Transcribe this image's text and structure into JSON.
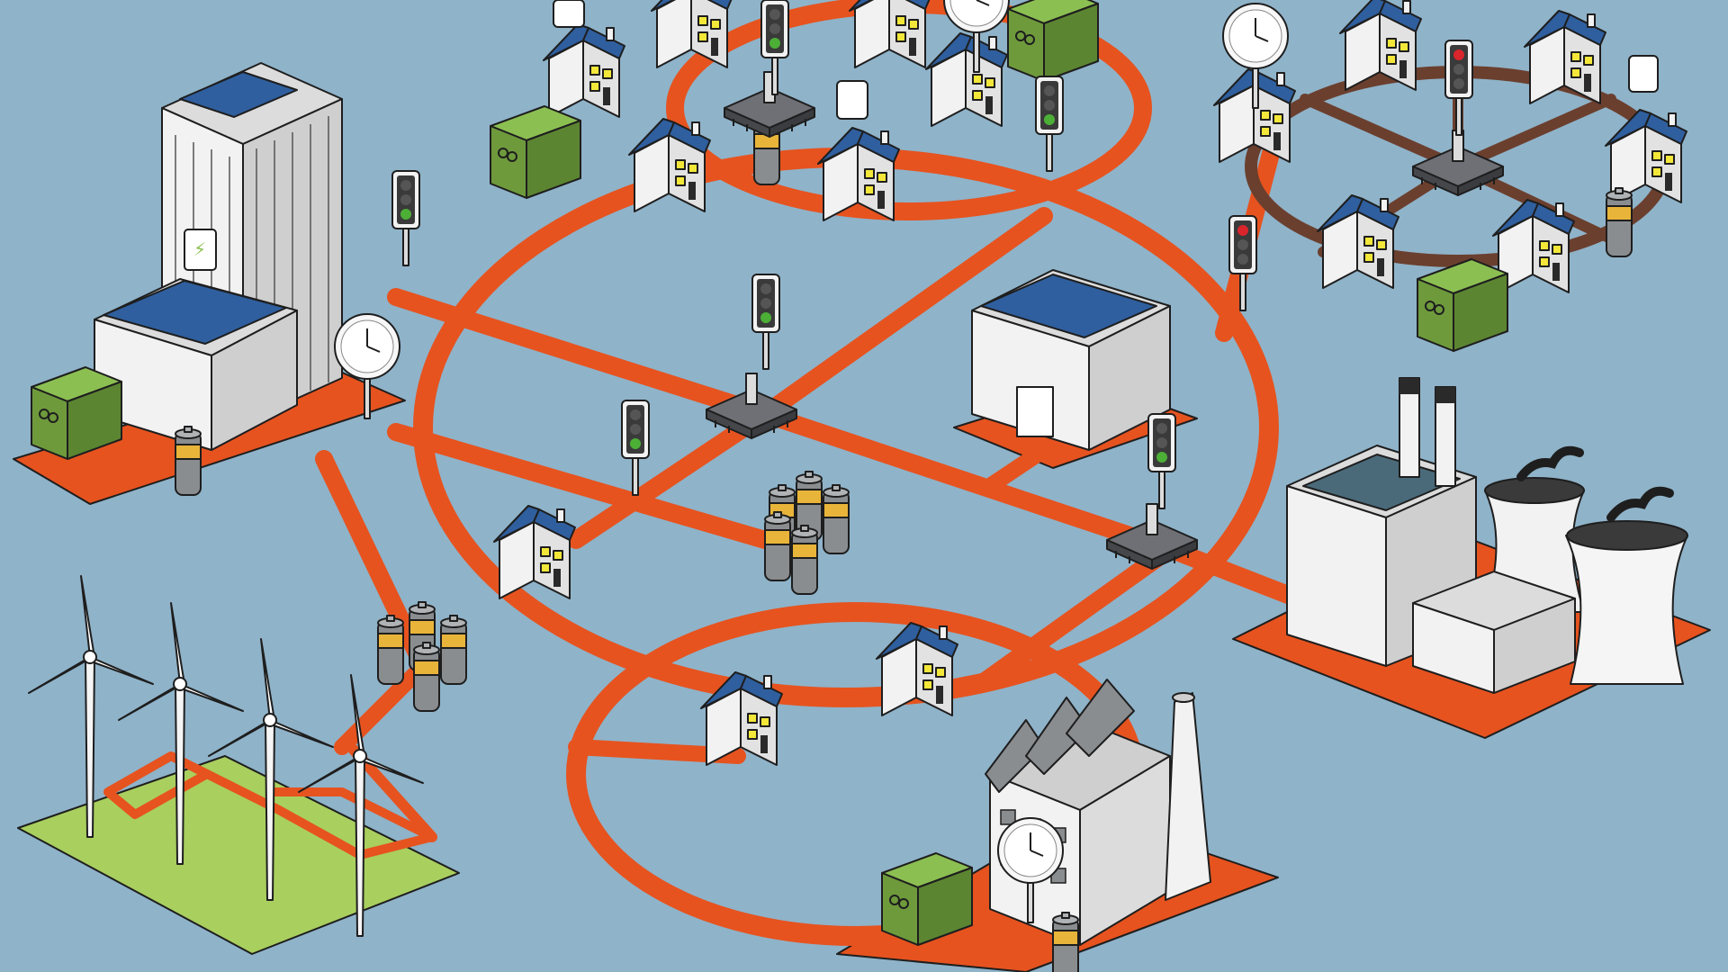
{
  "scene": {
    "colors": {
      "background": "#8fb3c9",
      "cable": "#e6531f",
      "cable_local": "#6b3f2e",
      "building": "#f2f2f2",
      "solar": "#2f5f9e",
      "window": "#f3e73a",
      "transformer": "#6e9a3c",
      "battery_band": "#e9b43a",
      "battery_body": "#8a8d90",
      "hub": "#5b5d61",
      "grass": "#a9cf5f",
      "light_green": "#4caf36",
      "light_red": "#d9252b"
    },
    "icons": [
      "solar-house-icon",
      "office-tower-icon",
      "factory-icon",
      "power-plant-icon",
      "wind-turbine-icon",
      "battery-icon",
      "transformer-icon",
      "traffic-light-icon",
      "smart-meter-icon",
      "grid-hub-icon",
      "cooling-tower-icon"
    ],
    "traffic_lights": [
      {
        "id": "tl-a",
        "state": "green"
      },
      {
        "id": "tl-b",
        "state": "green"
      },
      {
        "id": "tl-c",
        "state": "green"
      },
      {
        "id": "tl-d",
        "state": "green"
      },
      {
        "id": "tl-e",
        "state": "green"
      },
      {
        "id": "tl-f",
        "state": "green"
      },
      {
        "id": "tl-g",
        "state": "red"
      },
      {
        "id": "tl-h",
        "state": "red"
      }
    ]
  }
}
